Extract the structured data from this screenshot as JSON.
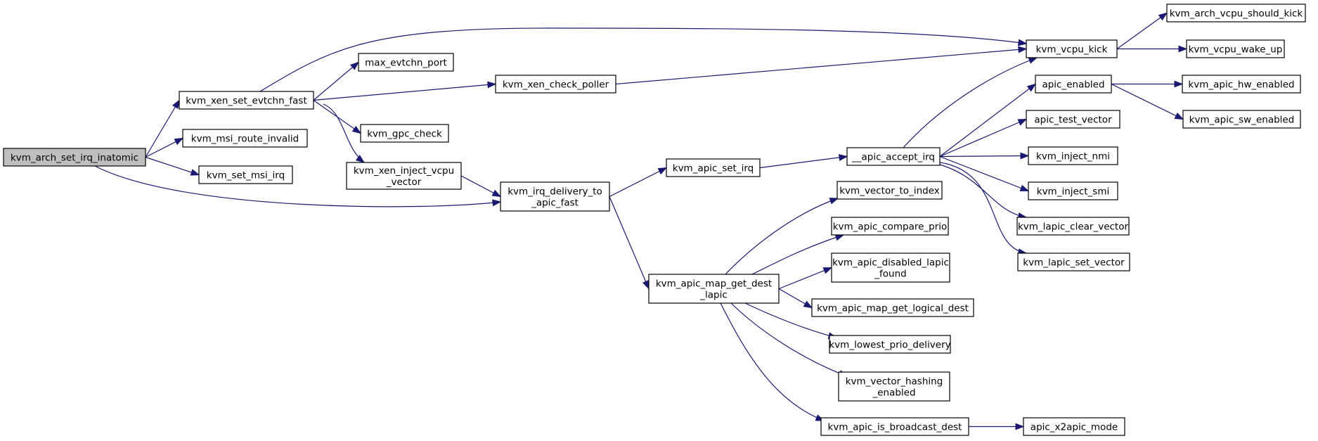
{
  "graph": {
    "colors": {
      "edge": "#191970",
      "root_fill": "#bfbfbf",
      "node_fill": "#ffffff",
      "border": "#000000"
    },
    "nodes": [
      {
        "id": "n0",
        "lines": [
          "kvm_arch_set_irq_inatomic"
        ],
        "root": true
      },
      {
        "id": "n1",
        "lines": [
          "kvm_xen_set_evtchn_fast"
        ]
      },
      {
        "id": "n2",
        "lines": [
          "kvm_msi_route_invalid"
        ]
      },
      {
        "id": "n3",
        "lines": [
          "kvm_set_msi_irq"
        ]
      },
      {
        "id": "n4",
        "lines": [
          "kvm_irq_delivery_to",
          "_apic_fast"
        ]
      },
      {
        "id": "n5",
        "lines": [
          "max_evtchn_port"
        ]
      },
      {
        "id": "n6",
        "lines": [
          "kvm_xen_check_poller"
        ]
      },
      {
        "id": "n7",
        "lines": [
          "kvm_gpc_check"
        ]
      },
      {
        "id": "n8",
        "lines": [
          "kvm_xen_inject_vcpu",
          "_vector"
        ]
      },
      {
        "id": "n9",
        "lines": [
          "kvm_apic_set_irq"
        ]
      },
      {
        "id": "n10",
        "lines": [
          "kvm_apic_map_get_dest",
          "_lapic"
        ]
      },
      {
        "id": "n11",
        "lines": [
          "kvm_vcpu_kick"
        ]
      },
      {
        "id": "n12",
        "lines": [
          "__apic_accept_irq"
        ]
      },
      {
        "id": "n13",
        "lines": [
          "kvm_vector_to_index"
        ]
      },
      {
        "id": "n14",
        "lines": [
          "kvm_apic_compare_prio"
        ]
      },
      {
        "id": "n15",
        "lines": [
          "kvm_apic_disabled_lapic",
          "_found"
        ]
      },
      {
        "id": "n16",
        "lines": [
          "kvm_apic_map_get_logical_dest"
        ]
      },
      {
        "id": "n17",
        "lines": [
          "kvm_lowest_prio_delivery"
        ]
      },
      {
        "id": "n18",
        "lines": [
          "kvm_vector_hashing",
          "_enabled"
        ]
      },
      {
        "id": "n19",
        "lines": [
          "kvm_apic_is_broadcast_dest"
        ]
      },
      {
        "id": "n20",
        "lines": [
          "apic_enabled"
        ]
      },
      {
        "id": "n21",
        "lines": [
          "apic_test_vector"
        ]
      },
      {
        "id": "n22",
        "lines": [
          "kvm_inject_nmi"
        ]
      },
      {
        "id": "n23",
        "lines": [
          "kvm_inject_smi"
        ]
      },
      {
        "id": "n24",
        "lines": [
          "kvm_lapic_clear_vector"
        ]
      },
      {
        "id": "n25",
        "lines": [
          "kvm_lapic_set_vector"
        ]
      },
      {
        "id": "n26",
        "lines": [
          "kvm_arch_vcpu_should_kick"
        ]
      },
      {
        "id": "n27",
        "lines": [
          "kvm_vcpu_wake_up"
        ]
      },
      {
        "id": "n28",
        "lines": [
          "kvm_apic_hw_enabled"
        ]
      },
      {
        "id": "n29",
        "lines": [
          "kvm_apic_sw_enabled"
        ]
      },
      {
        "id": "n30",
        "lines": [
          "apic_x2apic_mode"
        ]
      }
    ],
    "edges": [
      [
        "n0",
        "n1"
      ],
      [
        "n0",
        "n2"
      ],
      [
        "n0",
        "n3"
      ],
      [
        "n0",
        "n4"
      ],
      [
        "n1",
        "n5"
      ],
      [
        "n1",
        "n6"
      ],
      [
        "n1",
        "n7"
      ],
      [
        "n1",
        "n8"
      ],
      [
        "n1",
        "n11"
      ],
      [
        "n8",
        "n4"
      ],
      [
        "n6",
        "n11"
      ],
      [
        "n4",
        "n9"
      ],
      [
        "n4",
        "n10"
      ],
      [
        "n9",
        "n12"
      ],
      [
        "n12",
        "n11"
      ],
      [
        "n12",
        "n20"
      ],
      [
        "n12",
        "n21"
      ],
      [
        "n12",
        "n22"
      ],
      [
        "n12",
        "n23"
      ],
      [
        "n12",
        "n24"
      ],
      [
        "n12",
        "n25"
      ],
      [
        "n11",
        "n26"
      ],
      [
        "n11",
        "n27"
      ],
      [
        "n20",
        "n28"
      ],
      [
        "n20",
        "n29"
      ],
      [
        "n10",
        "n13"
      ],
      [
        "n10",
        "n14"
      ],
      [
        "n10",
        "n15"
      ],
      [
        "n10",
        "n16"
      ],
      [
        "n10",
        "n17"
      ],
      [
        "n10",
        "n18"
      ],
      [
        "n10",
        "n19"
      ],
      [
        "n19",
        "n30"
      ]
    ]
  }
}
